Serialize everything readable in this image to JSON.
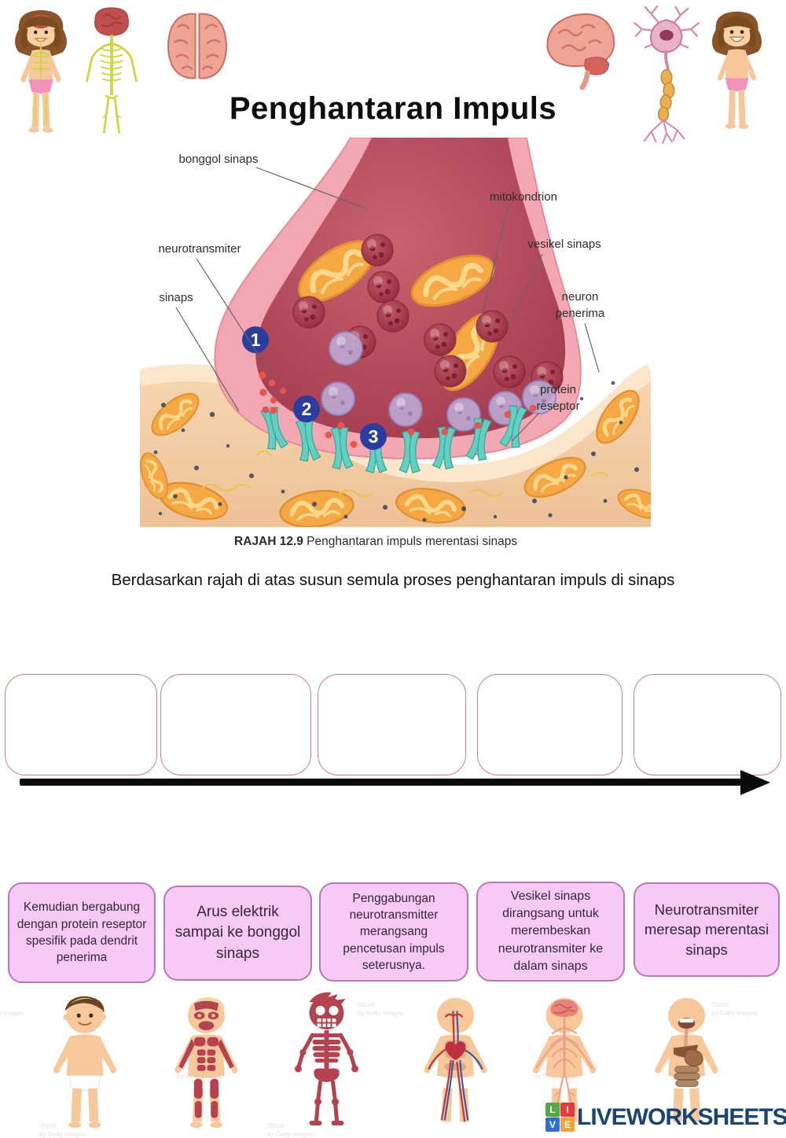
{
  "page": {
    "title": "Penghantaran Impuls",
    "caption_label": "RAJAH 12.9",
    "caption_text": " Penghantaran impuls merentasi sinaps",
    "instruction": "Berdasarkan rajah di atas susun semula proses penghantaran impuls di sinaps"
  },
  "diagram": {
    "labels": {
      "bonggol": "bonggol sinaps",
      "mitokondrion": "mitokondrion",
      "neurotransmiter": "neurotransmiter",
      "vesikel": "vesikel sinaps",
      "sinaps": "sinaps",
      "neuron1": "neuron",
      "neuron2": "penerima",
      "protein1": "protein",
      "protein2": "reseptor"
    },
    "steps": [
      "1",
      "2",
      "3"
    ]
  },
  "cards": [
    {
      "text": "Kemudian bergabung dengan protein reseptor spesifik pada dendrit penerima"
    },
    {
      "text": "Arus elektrik sampai ke bonggol sinaps"
    },
    {
      "text": "Penggabungan neurotransmitter merangsang pencetusan impuls seterusnya."
    },
    {
      "text": "Vesikel sinaps dirangsang untuk merembeskan neurotransmiter ke dalam sinaps"
    },
    {
      "text": "Neurotransmiter meresap merentasi sinaps"
    }
  ],
  "branding": {
    "logo_text": "LIVEWORKSHEETS",
    "tiles": [
      "L",
      "I",
      "V",
      "E"
    ],
    "watermark": "iStock",
    "watermark_sub": "by Getty Images"
  },
  "decorations": {
    "top_left": [
      "girl-with-nervous-system",
      "nervous-system",
      "brain-top-view"
    ],
    "top_right": [
      "brain-side-view",
      "neuron-cell",
      "girl"
    ],
    "bottom": [
      "boy",
      "muscular-system",
      "skeletal-system",
      "circulatory-system",
      "nervous-system",
      "digestive-system"
    ]
  },
  "colors": {
    "card_fill": "#f8c9f5",
    "card_border": "#b678b6",
    "slot_border": "#c98280",
    "logo_navy": "#1d4370",
    "step_circle_blue": "#2a3d9e"
  }
}
